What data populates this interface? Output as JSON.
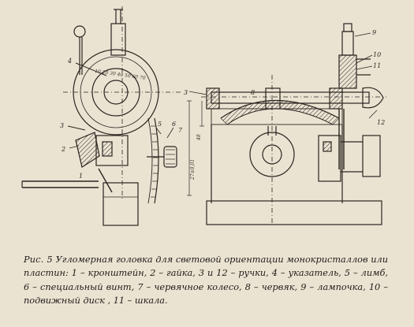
{
  "figure": {
    "left_view_labels": [
      "4",
      "3",
      "2",
      "1",
      "5",
      "6",
      "7"
    ],
    "right_view_labels": [
      "3",
      "9",
      "10",
      "11",
      "12",
      "8"
    ],
    "dimension_labels": [
      "48",
      "27±0,01"
    ],
    "limb_scale_text": "10 20 30 40 50 60 70"
  },
  "caption": {
    "prefix": "Рис. 5",
    "text": "Угломерная головка для световой ориентации монокристаллов или пластин: 1 – кронштейн, 2 – гайка, 3 и 12 – ручки, 4 – указатель, 5 – лимб, 6 – специальный винт, 7 – червячное колесо, 8 – червяк, 9 – лампочка, 10 – подвижный диск , 11 – шкала."
  }
}
